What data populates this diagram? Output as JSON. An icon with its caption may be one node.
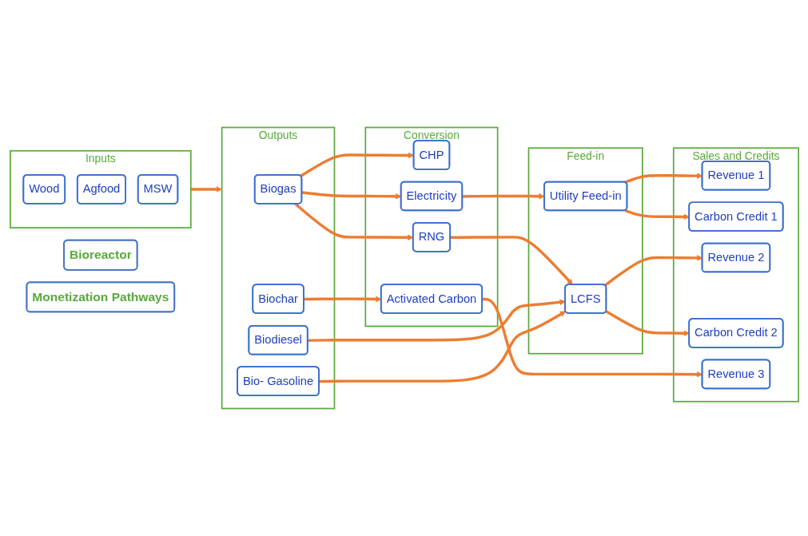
{
  "diagram": {
    "nodes": [
      {
        "text": [
          "Bioreactor"
        ]
      },
      {
        "text": [
          "Monetization Pathways"
        ]
      },
      {
        "text": [
          "Inputs"
        ]
      },
      {
        "text": [
          "Wood"
        ],
        "in": 2
      },
      {
        "text": [
          "Agfood"
        ],
        "in": 2
      },
      {
        "text": [
          "MSW"
        ],
        "in": 2
      },
      {
        "text": [
          "Outputs"
        ]
      },
      {
        "text": [
          "Biogas"
        ],
        "in": 6
      },
      {
        "text": [
          "Biodiesel"
        ],
        "in": 6
      },
      {
        "text": [
          "Bio- Gasoline"
        ],
        "in": 6
      },
      {
        "text": [
          "Biochar"
        ],
        "in": 6
      },
      {
        "text": [
          "Conversion"
        ]
      },
      {
        "text": [
          "CHP"
        ],
        "in": 11
      },
      {
        "text": [
          "Electricity"
        ],
        "in": 11
      },
      {
        "text": [
          "RNG"
        ],
        "in": 11
      },
      {
        "text": [
          "Activated Carbon"
        ],
        "in": 11
      },
      {
        "text": [
          "Feed-in"
        ]
      },
      {
        "text": [
          "Utility Feed-in"
        ],
        "in": 16
      },
      {
        "text": [
          "LCFS"
        ],
        "in": 16
      },
      {
        "text": [
          "Sales and Credits"
        ]
      },
      {
        "text": [
          "Revenue 1"
        ],
        "in": 19
      },
      {
        "text": [
          "Carbon Credit 1"
        ],
        "in": 19
      },
      {
        "text": [
          "Revenue 2"
        ],
        "in": 19
      },
      {
        "text": [
          "Carbon Credit 2"
        ],
        "in": 19
      },
      {
        "text": [
          "Revenue 3"
        ],
        "in": 19
      }
    ],
    "edges": [
      {
        "from": 2,
        "to": 6,
        "arrow": "to"
      },
      {
        "from": 7,
        "to": 12,
        "arrow": "to"
      },
      {
        "from": 7,
        "to": 13,
        "arrow": "to"
      },
      {
        "from": 7,
        "to": 14,
        "arrow": "to"
      },
      {
        "from": 13,
        "to": 17,
        "arrow": "to"
      },
      {
        "from": 14,
        "to": 18,
        "arrow": "to"
      },
      {
        "from": 8,
        "to": 18,
        "arrow": "to"
      },
      {
        "from": 9,
        "to": 18,
        "arrow": "to"
      },
      {
        "from": 10,
        "to": 15,
        "arrow": "to"
      },
      {
        "from": 15,
        "to": 24,
        "arrow": "to"
      },
      {
        "from": 17,
        "to": 20,
        "arrow": "to"
      },
      {
        "from": 17,
        "to": 21,
        "arrow": "to"
      },
      {
        "from": 18,
        "to": 22,
        "arrow": "to"
      },
      {
        "from": 18,
        "to": 23,
        "arrow": "to"
      }
    ]
  }
}
